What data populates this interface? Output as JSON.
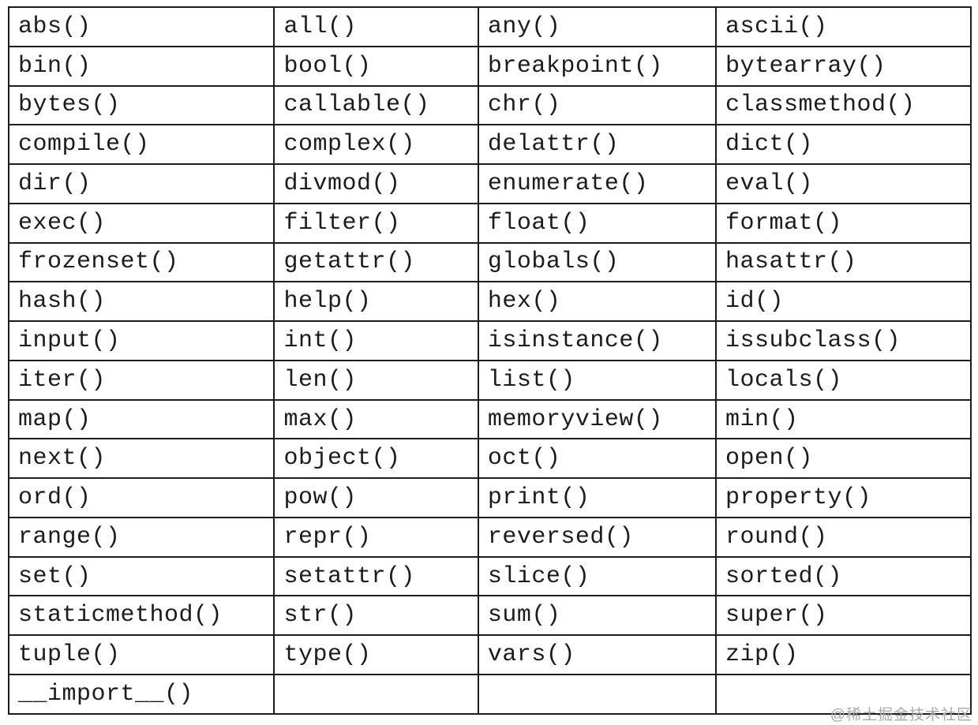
{
  "table": {
    "description": "Python built-in functions table",
    "columns": 4,
    "rows": [
      [
        "abs()",
        "all()",
        "any()",
        "ascii()"
      ],
      [
        "bin()",
        "bool()",
        "breakpoint()",
        "bytearray()"
      ],
      [
        "bytes()",
        "callable()",
        "chr()",
        "classmethod()"
      ],
      [
        "compile()",
        "complex()",
        "delattr()",
        "dict()"
      ],
      [
        "dir()",
        "divmod()",
        "enumerate()",
        "eval()"
      ],
      [
        "exec()",
        "filter()",
        "float()",
        "format()"
      ],
      [
        "frozenset()",
        "getattr()",
        "globals()",
        "hasattr()"
      ],
      [
        "hash()",
        "help()",
        "hex()",
        "id()"
      ],
      [
        "input()",
        "int()",
        "isinstance()",
        "issubclass()"
      ],
      [
        "iter()",
        "len()",
        "list()",
        "locals()"
      ],
      [
        "map()",
        "max()",
        "memoryview()",
        "min()"
      ],
      [
        "next()",
        "object()",
        "oct()",
        "open()"
      ],
      [
        "ord()",
        "pow()",
        "print()",
        "property()"
      ],
      [
        "range()",
        "repr()",
        "reversed()",
        "round()"
      ],
      [
        "set()",
        "setattr()",
        "slice()",
        "sorted()"
      ],
      [
        "staticmethod()",
        "str()",
        "sum()",
        "super()"
      ],
      [
        "tuple()",
        "type()",
        "vars()",
        "zip()"
      ],
      [
        "__import__()",
        "",
        "",
        ""
      ]
    ],
    "column_widths_percent": [
      27.6,
      21.2,
      24.7,
      26.5
    ]
  },
  "watermark": {
    "text": "@稀土掘金技术社区"
  },
  "colors": {
    "background": "#ffffff",
    "border": "#1c1c1c",
    "text": "#1c1c1c",
    "watermark": "#a9a9a9"
  }
}
